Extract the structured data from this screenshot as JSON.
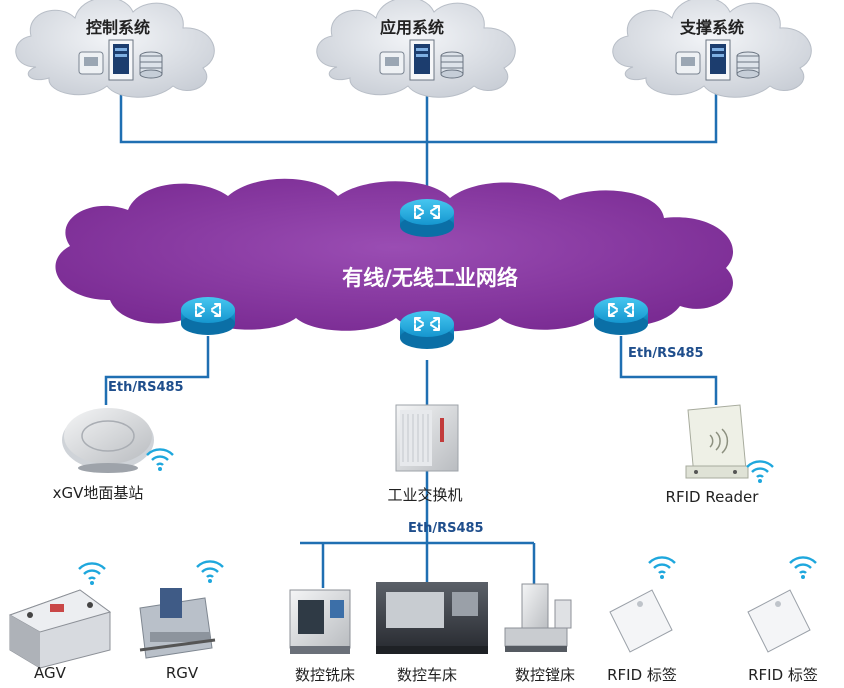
{
  "clouds": {
    "control": "控制系统",
    "application": "应用系统",
    "support": "支撑系统"
  },
  "network": {
    "title": "有线/无线工业网络"
  },
  "protocols": {
    "left": "Eth/RS485",
    "right": "Eth/RS485",
    "bottom": "Eth/RS485"
  },
  "devices": {
    "base_station": "xGV地面基站",
    "switch": "工业交换机",
    "rfid_reader": "RFID Reader",
    "agv": "AGV",
    "rgv": "RGV",
    "cnc_mill": "数控铣床",
    "cnc_lathe": "数控车床",
    "cnc_boring": "数控镗床",
    "rfid_tag_1": "RFID 标签",
    "rfid_tag_2": "RFID 标签"
  },
  "colors": {
    "line": "#1f6fb2",
    "network_cloud": "#8e3fa6",
    "system_cloud": "#d9dde3",
    "router": "#1aa9de",
    "wifi": "#1ea7dd"
  }
}
